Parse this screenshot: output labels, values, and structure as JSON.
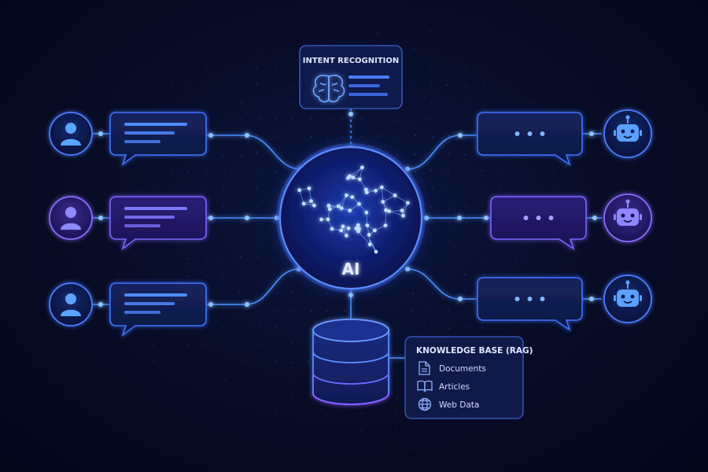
{
  "intent_panel": {
    "title": "INTENT RECOGNITION",
    "icon": "brain-icon"
  },
  "hub": {
    "label": "AI",
    "icon": "neural-brain-icon"
  },
  "database": {
    "icon": "database-icon"
  },
  "knowledge_base": {
    "title": "KNOWLEDGE BASE (RAG)",
    "items": [
      {
        "label": "Documents",
        "icon": "document-icon"
      },
      {
        "label": "Articles",
        "icon": "book-icon"
      },
      {
        "label": "Web Data",
        "icon": "globe-icon"
      }
    ]
  },
  "users": [
    {
      "icon": "user-icon",
      "variant": "blue"
    },
    {
      "icon": "user-icon",
      "variant": "purple"
    },
    {
      "icon": "user-icon",
      "variant": "blue"
    }
  ],
  "bots": [
    {
      "icon": "robot-icon",
      "variant": "blue"
    },
    {
      "icon": "robot-icon",
      "variant": "purple"
    },
    {
      "icon": "robot-icon",
      "variant": "blue"
    }
  ],
  "colors": {
    "background": "#060a22",
    "accent_blue": "#3b7bff",
    "accent_cyan": "#4fb6ff",
    "accent_purple": "#7a4dff",
    "text": "#dfe6ff"
  }
}
